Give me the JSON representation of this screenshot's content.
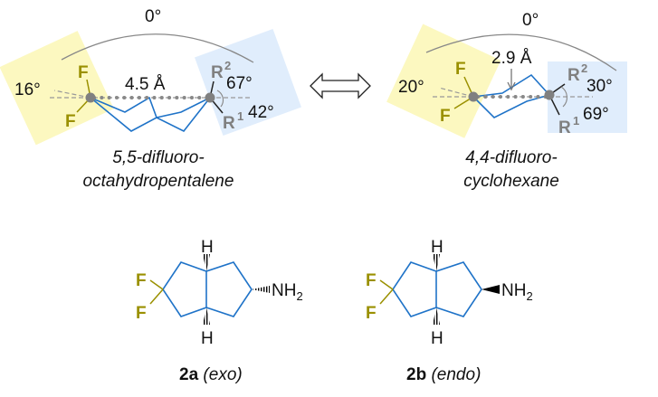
{
  "left_panel": {
    "arc_angle": "0°",
    "distance": "4.5 Å",
    "f_angle": "16°",
    "r2_angle": "67°",
    "r1_angle": "42°",
    "f_top": "F",
    "f_bottom": "F",
    "r2": "R",
    "r2_sup": "2",
    "r1": "R",
    "r1_sup": "1",
    "name_line1": "5,5-difluoro-",
    "name_line2": "octahydropentalene"
  },
  "right_panel": {
    "arc_angle": "0°",
    "distance": "2.9 Å",
    "f_angle": "20°",
    "r2_angle": "30°",
    "r1_angle": "69°",
    "f_top": "F",
    "f_bottom": "F",
    "r2": "R",
    "r2_sup": "2",
    "r1": "R",
    "r1_sup": "1",
    "name_line1": "4,4-difluoro-",
    "name_line2": "cyclohexane"
  },
  "compound_2a": {
    "id": "2a",
    "descriptor": "(exo)",
    "f": "F",
    "h": "H",
    "amine": "NH",
    "amine_sub": "2"
  },
  "compound_2b": {
    "id": "2b",
    "descriptor": "(endo)",
    "f": "F",
    "h": "H",
    "amine": "NH",
    "amine_sub": "2"
  },
  "colors": {
    "fluorine": "#9a9000",
    "ring": "#1f73c8",
    "yellow_box": "#fcf8c0",
    "blue_box": "#e0edfc",
    "grey": "#808080"
  }
}
